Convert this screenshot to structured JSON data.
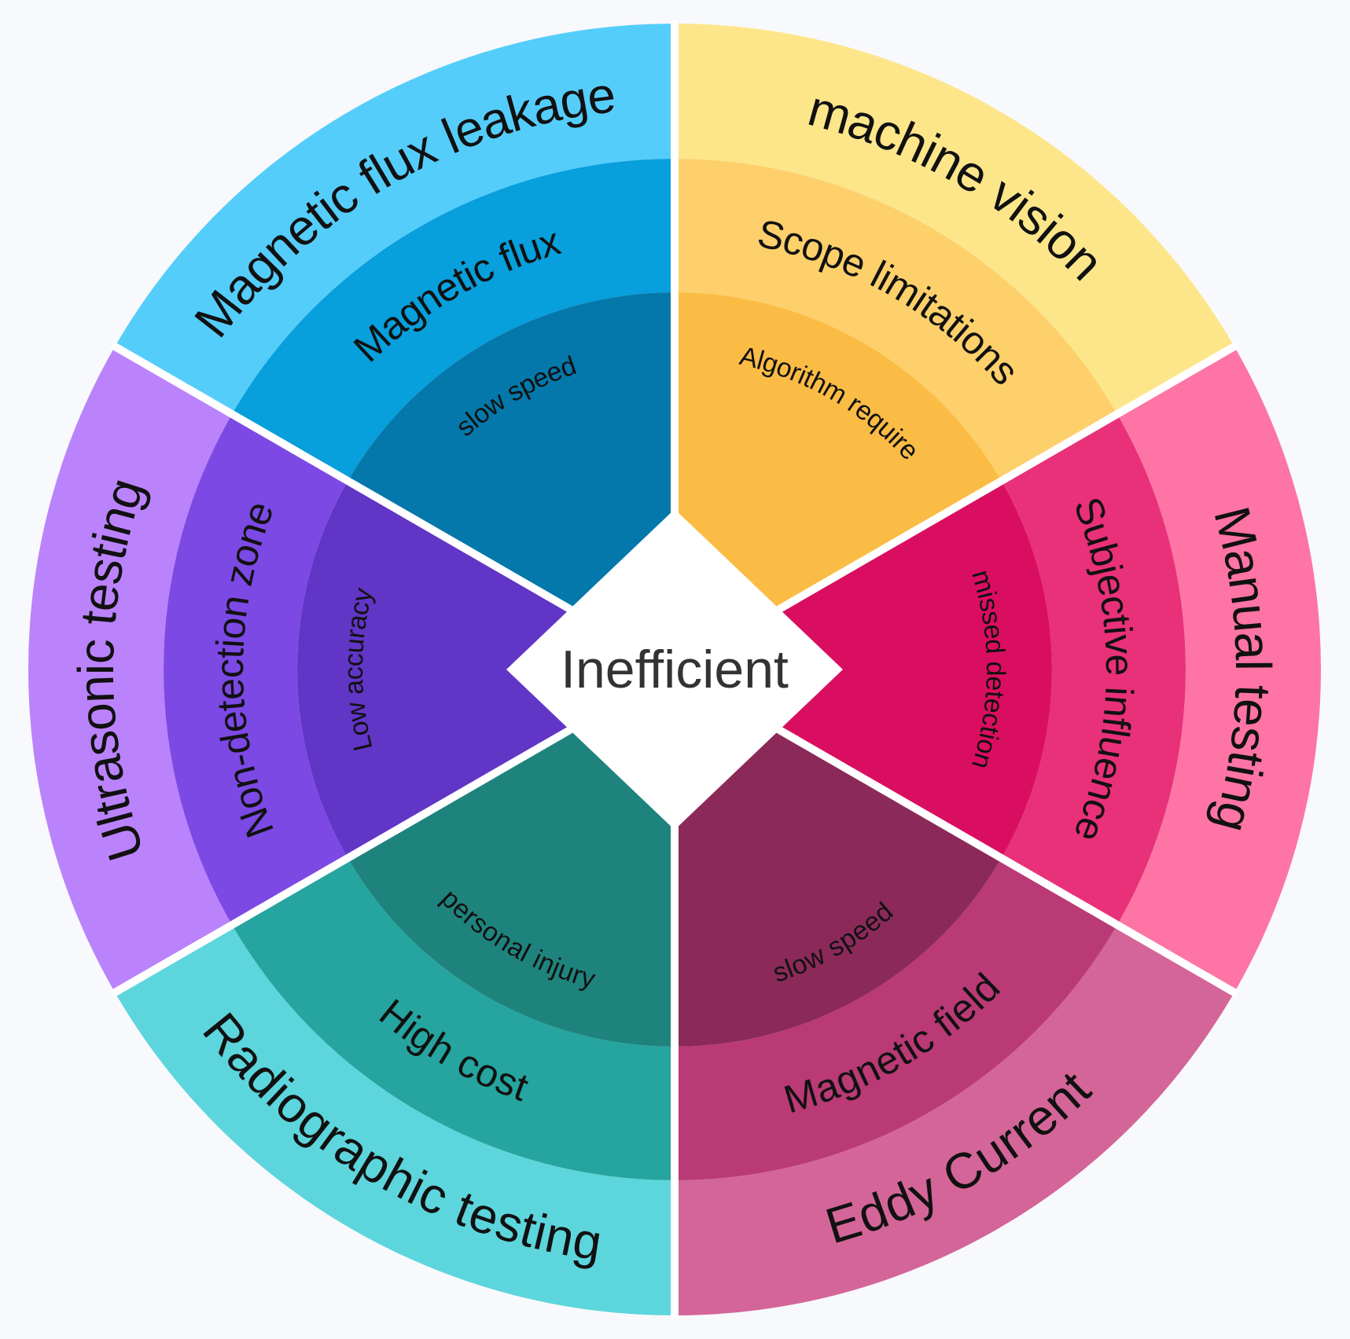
{
  "center": {
    "label": "Inefficient",
    "fill": "#ffffff"
  },
  "divider_color": "#ffffff",
  "sectors": [
    {
      "id": "machine-vision",
      "outer": {
        "label": "machine vision",
        "color": "#fde68a"
      },
      "middle": {
        "label": "Scope limitations",
        "color": "#fdd06b"
      },
      "inner": {
        "label": "Algorithm require",
        "color": "#fbbc45"
      }
    },
    {
      "id": "manual-testing",
      "outer": {
        "label": "Manual testing",
        "color": "#fd74a5"
      },
      "middle": {
        "label": "Subjective influence",
        "color": "#e83179"
      },
      "inner": {
        "label": "missed detection",
        "color": "#da0e60"
      }
    },
    {
      "id": "eddy-current",
      "outer": {
        "label": "Eddy Current",
        "color": "#d46599"
      },
      "middle": {
        "label": "Magnetic field",
        "color": "#b93a75"
      },
      "inner": {
        "label": "slow speed",
        "color": "#8b2a59"
      }
    },
    {
      "id": "radiographic-testing",
      "outer": {
        "label": "Radiographic testing",
        "color": "#5dd5dc"
      },
      "middle": {
        "label": "High cost",
        "color": "#26a49f"
      },
      "inner": {
        "label": "personal injury",
        "color": "#1f837d"
      }
    },
    {
      "id": "ultrasonic-testing",
      "outer": {
        "label": "Ultrasonic testing",
        "color": "#bb83fb"
      },
      "middle": {
        "label": "Non-detection zone",
        "color": "#7c49e4"
      },
      "inner": {
        "label": "Low accuracy",
        "color": "#6135c6"
      }
    },
    {
      "id": "magnetic-flux-leakage",
      "outer": {
        "label": "Magnetic flux leakage",
        "color": "#55cdfb"
      },
      "middle": {
        "label": "Magnetic flux",
        "color": "#079fdc"
      },
      "inner": {
        "label": "slow speed",
        "color": "#0478aa"
      }
    }
  ]
}
